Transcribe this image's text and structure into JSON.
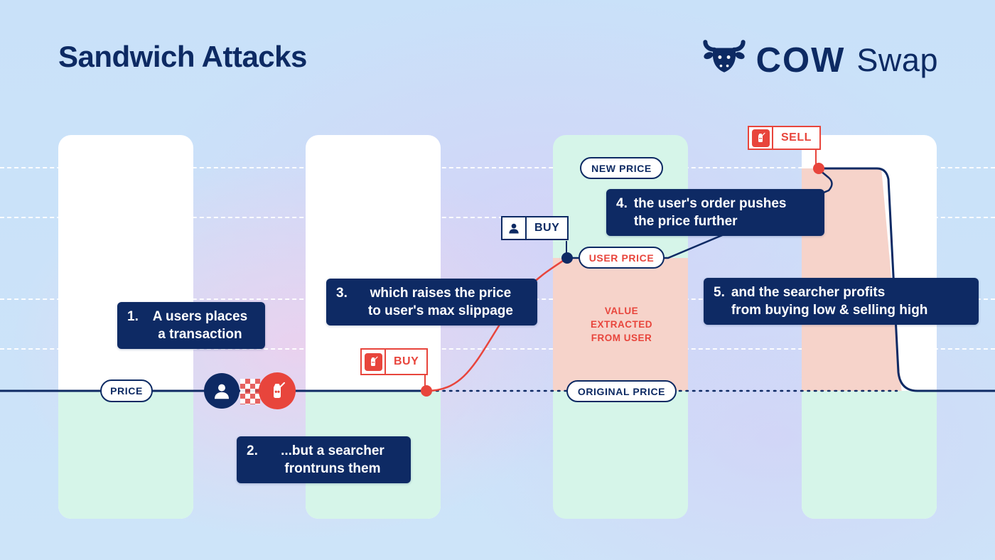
{
  "title": "Sandwich Attacks",
  "brand": {
    "name_bold": "COW",
    "name_regular": "Swap"
  },
  "steps": [
    {
      "num": "1.",
      "line1": "A users places",
      "line2": "a transaction"
    },
    {
      "num": "2.",
      "line1": "...but a searcher",
      "line2": "frontruns them"
    },
    {
      "num": "3.",
      "line1": "which raises the price",
      "line2": "to user's max slippage"
    },
    {
      "num": "4.",
      "line1": "the user's order pushes",
      "line2": "the price further"
    },
    {
      "num": "5.",
      "line1": "and the searcher profits",
      "line2": "from buying low & selling high"
    }
  ],
  "price_labels": {
    "price": "PRICE",
    "new_price": "NEW PRICE",
    "user_price": "USER PRICE",
    "original_price": "ORIGINAL PRICE"
  },
  "value_extracted": {
    "line1": "VALUE",
    "line2": "EXTRACTED",
    "line3": "FROM USER"
  },
  "order_tags": {
    "user_buy": "BUY",
    "searcher_buy": "BUY",
    "searcher_sell": "SELL"
  },
  "colors": {
    "navy": "#0d2a63",
    "red": "#e8453c",
    "mint": "#d6f5e9",
    "salmon": "#f6d3ca"
  }
}
